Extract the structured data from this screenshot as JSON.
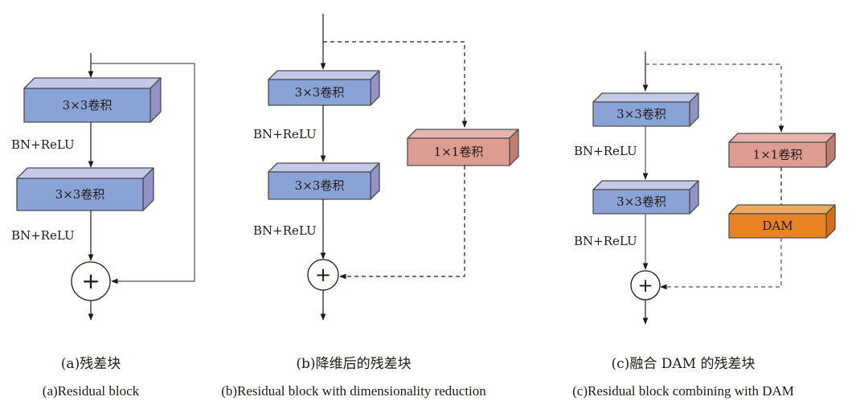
{
  "figure": {
    "panels": [
      {
        "id": "a",
        "caption_zh": "(a)残差块",
        "caption_en": "(a)Residual block",
        "blocks": [
          {
            "label": "3×3卷积",
            "kind": "conv3",
            "path": "main"
          },
          {
            "label": "3×3卷积",
            "kind": "conv3",
            "path": "main"
          }
        ],
        "activations": [
          "BN+ReLU",
          "BN+ReLU"
        ],
        "shortcut": {
          "style": "solid",
          "blocks": []
        },
        "merge_symbol": "+"
      },
      {
        "id": "b",
        "caption_zh": "(b)降维后的残差块",
        "caption_en": "(b)Residual block with dimensionality reduction",
        "blocks": [
          {
            "label": "3×3卷积",
            "kind": "conv3",
            "path": "main"
          },
          {
            "label": "3×3卷积",
            "kind": "conv3",
            "path": "main"
          },
          {
            "label": "1×1卷积",
            "kind": "conv1",
            "path": "shortcut"
          }
        ],
        "activations": [
          "BN+ReLU",
          "BN+ReLU"
        ],
        "shortcut": {
          "style": "dashed"
        },
        "merge_symbol": "+"
      },
      {
        "id": "c",
        "caption_zh": "(c)融合 DAM 的残差块",
        "caption_en": "(c)Residual block combining with DAM",
        "blocks": [
          {
            "label": "3×3卷积",
            "kind": "conv3",
            "path": "main"
          },
          {
            "label": "3×3卷积",
            "kind": "conv3",
            "path": "main"
          },
          {
            "label": "1×1卷积",
            "kind": "conv1",
            "path": "shortcut"
          },
          {
            "label": "DAM",
            "kind": "dam",
            "path": "shortcut"
          }
        ],
        "activations": [
          "BN+ReLU",
          "BN+ReLU"
        ],
        "shortcut": {
          "style": "dashed"
        },
        "merge_symbol": "+"
      }
    ],
    "colors": {
      "conv3": {
        "front": "#8aa3d6",
        "top": "#c5c9e9",
        "side": "#9293c4"
      },
      "conv1": {
        "front": "#dc9c92",
        "top": "#e7b4ad",
        "side": "#be7d73"
      },
      "dam": {
        "front": "#ea8221",
        "top": "#f0a860",
        "side": "#d66d18"
      },
      "stroke": "#4d4d4d",
      "line": "#231815"
    }
  }
}
